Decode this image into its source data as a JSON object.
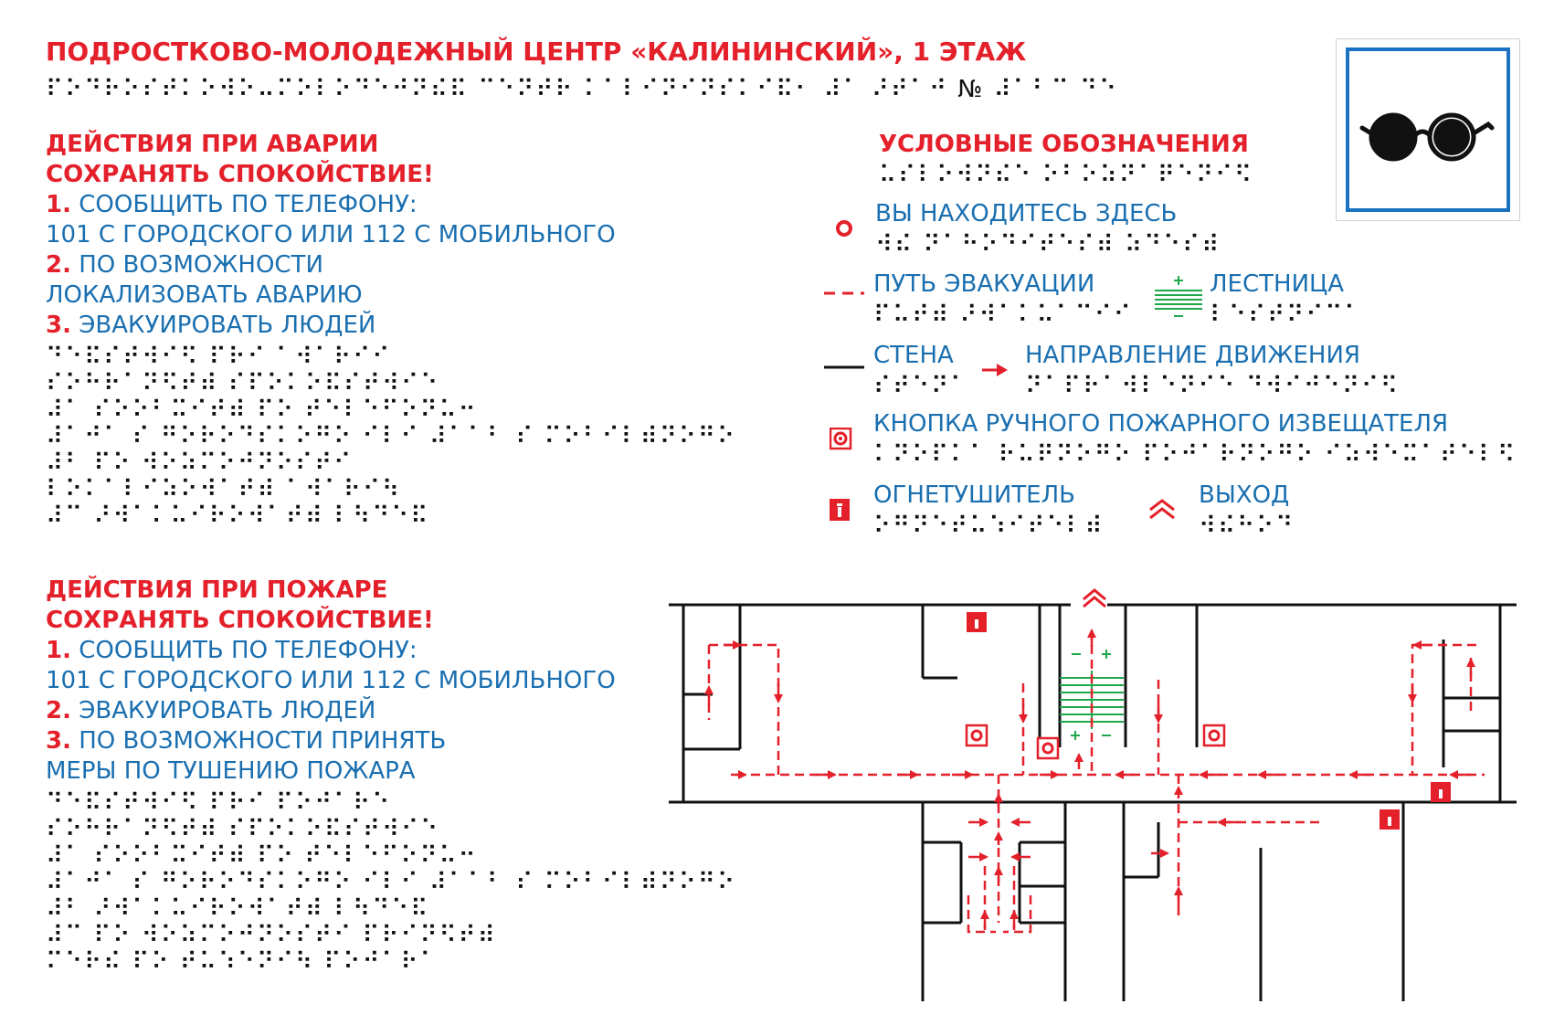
{
  "header": {
    "title": "ПОДРОСТКОВО-МОЛОДЕЖНЫЙ ЦЕНТР «КАЛИНИНСКИЙ», 1 ЭТАЖ",
    "braille_title": "⠏⠕⠙⠗⠕⠎⠞⠅⠕⠺⠕⠤⠍⠕⠇⠕⠙⠑⠚⠝⠮⠯ ⠉⠑⠝⠞⠗ ⠅⠁⠇⠊⠝⠊⠝⠎⠅⠊⠯⠂ ⠼⠁ ⠜⠞⠁⠚",
    "braille_number_sign": "№",
    "braille_number": "⠼⠁⠃⠉ ⠙⠑"
  },
  "accident": {
    "heading": "ДЕЙСТВИЯ ПРИ АВАРИИ",
    "calm": "СОХРАНЯТЬ СПОКОЙСТВИЕ!",
    "step1_num": "1.",
    "step1_text": "СООБЩИТЬ ПО ТЕЛЕФОНУ:",
    "step1_phone": "101 С ГОРОДСКОГО ИЛИ 112 С МОБИЛЬНОГО",
    "step2_num": "2.",
    "step2_text": "ПО ВОЗМОЖНОСТИ",
    "step2_text2": "ЛОКАЛИЗОВАТЬ АВАРИЮ",
    "step3_num": "3.",
    "step3_text": "ЭВАКУИРОВАТЬ ЛЮДЕЙ",
    "braille": [
      "⠙⠑⠯⠎⠞⠺⠊⠫ ⠏⠗⠊ ⠁⠺⠁⠗⠊⠊",
      "⠎⠕⠓⠗⠁⠝⠫⠞⠾ ⠎⠏⠕⠅⠕⠯⠎⠞⠺⠊⠑",
      "⠼⠁ ⠎⠕⠕⠃⠭⠊⠞⠾ ⠏⠕ ⠞⠑⠇⠑⠋⠕⠝⠥⠒",
      "⠼⠁⠚⠁ ⠎ ⠛⠕⠗⠕⠙⠎⠅⠕⠛⠕ ⠊⠇⠊ ⠼⠁⠁⠃ ⠎ ⠍⠕⠃⠊⠇⠾⠝⠕⠛⠕",
      "⠼⠃ ⠏⠕ ⠺⠕⠵⠍⠕⠚⠝⠕⠎⠞⠊",
      "⠇⠕⠅⠁⠇⠊⠵⠕⠺⠁⠞⠾ ⠁⠺⠁⠗⠊⠳",
      "⠼⠉ ⠜⠺⠁⠅⠥⠊⠗⠕⠺⠁⠞⠾ ⠇⠳⠙⠑⠯"
    ]
  },
  "fire": {
    "heading": "ДЕЙСТВИЯ ПРИ ПОЖАРЕ",
    "calm": "СОХРАНЯТЬ СПОКОЙСТВИЕ!",
    "step1_num": "1.",
    "step1_text": "СООБЩИТЬ ПО ТЕЛЕФОНУ:",
    "step1_phone": "101 С ГОРОДСКОГО ИЛИ 112 С МОБИЛЬНОГО",
    "step2_num": "2.",
    "step2_text": "ЭВАКУИРОВАТЬ ЛЮДЕЙ",
    "step3_num": "3.",
    "step3_text": "ПО ВОЗМОЖНОСТИ ПРИНЯТЬ",
    "step3_text2": "МЕРЫ ПО ТУШЕНИЮ ПОЖАРА",
    "braille": [
      "⠙⠑⠯⠎⠞⠺⠊⠫ ⠏⠗⠊ ⠏⠕⠚⠁⠗⠑",
      "⠎⠕⠓⠗⠁⠝⠫⠞⠾ ⠎⠏⠕⠅⠕⠯⠎⠞⠺⠊⠑",
      "⠼⠁ ⠎⠕⠕⠃⠭⠊⠞⠾ ⠏⠕ ⠞⠑⠇⠑⠋⠕⠝⠥⠒",
      "⠼⠁⠚⠁ ⠎ ⠛⠕⠗⠕⠙⠎⠅⠕⠛⠕ ⠊⠇⠊ ⠼⠁⠁⠃ ⠎ ⠍⠕⠃⠊⠇⠾⠝⠕⠛⠕",
      "⠼⠃ ⠜⠺⠁⠅⠥⠊⠗⠕⠺⠁⠞⠾ ⠇⠳⠙⠑⠯",
      "⠼⠉ ⠏⠕ ⠺⠕⠵⠍⠕⠚⠝⠕⠎⠞⠊ ⠏⠗⠊⠝⠫⠞⠾",
      "⠍⠑⠗⠮ ⠏⠕ ⠞⠥⠱⠑⠝⠊⠳ ⠏⠕⠚⠁⠗⠁"
    ]
  },
  "legend": {
    "heading": "УСЛОВНЫЕ ОБОЗНАЧЕНИЯ",
    "heading_braille": "⠥⠎⠇⠕⠺⠝⠮⠑ ⠕⠃⠕⠵⠝⠁⠟⠑⠝⠊⠫",
    "you_are_here": "ВЫ НАХОДИТЕСЬ ЗДЕСЬ",
    "you_are_here_braille": "⠺⠮ ⠝⠁⠓⠕⠙⠊⠞⠑⠎⠾ ⠵⠙⠑⠎⠾",
    "evac_route": "ПУТЬ ЭВАКУАЦИИ",
    "evac_route_braille": "⠏⠥⠞⠾ ⠜⠺⠁⠅⠥⠁⠉⠊⠊",
    "stairs": "ЛЕСТНИЦА",
    "stairs_braille": "⠇⠑⠎⠞⠝⠊⠉⠁",
    "wall": "СТЕНА",
    "wall_braille": "⠎⠞⠑⠝⠁",
    "direction": "НАПРАВЛЕНИЕ ДВИЖЕНИЯ",
    "direction_braille": "⠝⠁⠏⠗⠁⠺⠇⠑⠝⠊⠑ ⠙⠺⠊⠚⠑⠝⠊⠫",
    "alarm_button": "КНОПКА РУЧНОГО ПОЖАРНОГО ИЗВЕЩАТЕЛЯ",
    "alarm_button_braille": "⠅⠝⠕⠏⠅⠁ ⠗⠥⠟⠝⠕⠛⠕ ⠏⠕⠚⠁⠗⠝⠕⠛⠕ ⠊⠵⠺⠑⠭⠁⠞⠑⠇⠫",
    "extinguisher": "ОГНЕТУШИТЕЛЬ",
    "extinguisher_braille": "⠕⠛⠝⠑⠞⠥⠱⠊⠞⠑⠇⠾",
    "exit": "ВЫХОД",
    "exit_braille": "⠺⠮⠓⠕⠙"
  },
  "colors": {
    "red": "#e4202b",
    "blue": "#1a6fb0",
    "green": "#1fa84a",
    "sign_border": "#1a72c1",
    "wall": "#111111"
  },
  "icons": {
    "sign": "glasses-icon",
    "you_are_here": "target-circle-icon",
    "alarm": "alarm-button-icon",
    "extinguisher": "extinguisher-icon",
    "exit": "exit-chevron-icon",
    "direction": "arrow-right-icon"
  }
}
